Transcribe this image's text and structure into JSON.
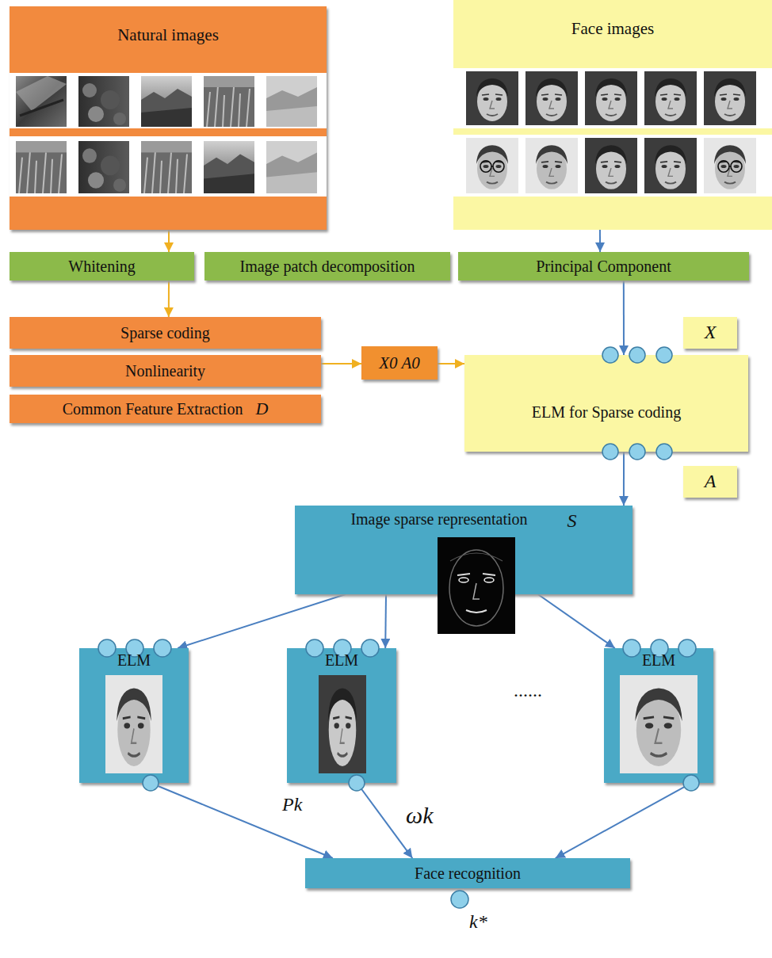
{
  "diagram": {
    "nodes": [
      {
        "text": [
          "Natural images"
        ]
      },
      {
        "text": [
          "Face images"
        ]
      },
      {
        "text": [
          "Whitening"
        ]
      },
      {
        "text": [
          "Image patch decomposition"
        ]
      },
      {
        "text": [
          "Principal Component"
        ]
      },
      {
        "text": [
          "X"
        ]
      },
      {
        "text": [
          "Sparse coding"
        ]
      },
      {
        "text": [
          "Nonlinearity"
        ]
      },
      {
        "text": [
          "Common Feature Extraction",
          "D"
        ]
      },
      {
        "text": [
          "X0 A0"
        ]
      },
      {
        "text": [
          "ELM for Sparse coding"
        ]
      },
      {
        "text": [
          "A"
        ]
      },
      {
        "text": [
          "Image sparse representation",
          "S"
        ]
      },
      {
        "text": [
          "ELM"
        ]
      },
      {
        "text": [
          "ELM"
        ]
      },
      {
        "text": [
          "ELM"
        ]
      },
      {
        "text": [
          "Face recognition"
        ]
      }
    ],
    "edges": [
      {
        "from": 0,
        "to": 2,
        "arrow": "to"
      },
      {
        "from": 2,
        "to": 6,
        "arrow": "to"
      },
      {
        "from": 1,
        "to": 4,
        "arrow": "to"
      },
      {
        "from": 4,
        "to": 10,
        "arrow": "to"
      },
      {
        "from": 7,
        "to": 9,
        "arrow": "to"
      },
      {
        "from": 9,
        "to": 10,
        "arrow": "to"
      },
      {
        "from": 10,
        "to": 12,
        "arrow": "to"
      },
      {
        "from": 12,
        "to": 13,
        "arrow": "to"
      },
      {
        "from": 12,
        "to": 14,
        "arrow": "to"
      },
      {
        "from": 12,
        "to": 15,
        "arrow": "to"
      },
      {
        "from": 13,
        "to": 16,
        "arrow": "to"
      },
      {
        "from": 14,
        "to": 16,
        "arrow": "to"
      },
      {
        "from": 15,
        "to": 16,
        "arrow": "to"
      }
    ],
    "labels": [
      "......",
      "Pk",
      "ωk",
      "k*"
    ]
  }
}
